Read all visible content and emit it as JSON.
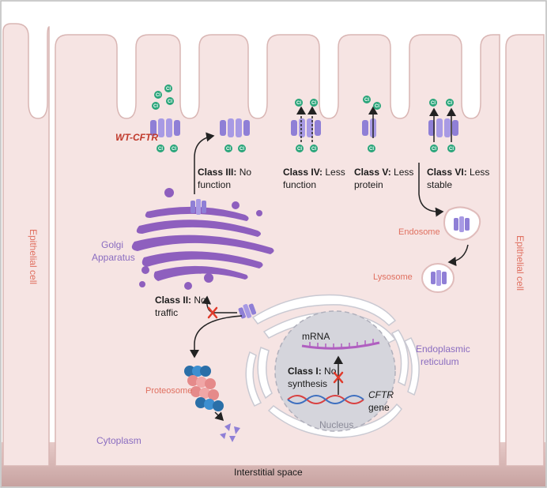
{
  "labels": {
    "wt_prefix": "WT-",
    "wt_gene": "CFTR",
    "class3_bold": "Class III:",
    "class3_rest": " No",
    "class3_line2": "function",
    "class4_bold": "Class IV:",
    "class4_rest": " Less",
    "class4_line2": "function",
    "class5_bold": "Class V:",
    "class5_rest": " Less",
    "class5_line2": "protein",
    "class6_bold": "Class VI:",
    "class6_rest": " Less",
    "class6_line2": "stable",
    "class2_bold": "Class II:",
    "class2_rest": " No",
    "class2_line2": "traffic",
    "class1_bold": "Class I:",
    "class1_rest": " No",
    "class1_line2": "synthesis",
    "golgi_line1": "Golgi",
    "golgi_line2": "Apparatus",
    "endosome": "Endosome",
    "lysosome": "Lysosome",
    "proteosome": "Proteosome",
    "mrna": "mRNA",
    "cftr_gene_italic": "CFTR",
    "gene": "gene",
    "nucleus": "Nucleus",
    "er_line1": "Endoplasmic",
    "er_line2": "reticulum",
    "epithelial_left": "Epithelial cell",
    "epithelial_right": "Epithelial cell",
    "cytoplasm": "Cytoplasm",
    "interstitial": "Interstitial space",
    "ion": "Cl"
  },
  "colors": {
    "cell_fill": "#f6e4e3",
    "cell_stroke": "#d9b6b4",
    "interstitial": "#c9a6a4",
    "channel": "#8f7fd6",
    "chloride": "#2aa57a",
    "golgi": "#8e5fbe",
    "nucleus": "#d5d5dc",
    "dna_red": "#d94040",
    "dna_blue": "#3d6fbf",
    "block_x": "#e03a2a"
  }
}
